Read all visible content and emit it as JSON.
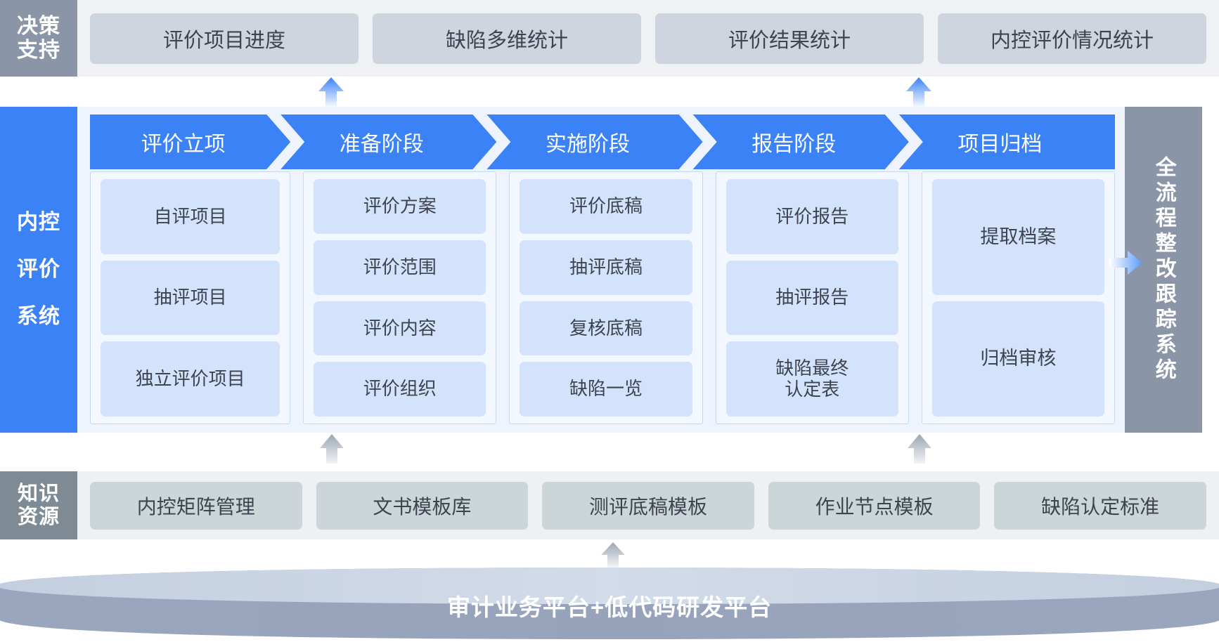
{
  "decision": {
    "label": "决策\n支持",
    "label_lines": [
      "决策",
      "支持"
    ],
    "cards": [
      "评价项目进度",
      "缺陷多维统计",
      "评价结果统计",
      "内控评价情况统计"
    ],
    "bg": "#8b95a8",
    "card_bg": "#ced5df"
  },
  "system": {
    "label_lines": [
      "内控",
      "评价",
      "系统"
    ],
    "bg": "#3b82f6",
    "stages": [
      {
        "title": "评价立项",
        "items": [
          "自评项目",
          "抽评项目",
          "独立评价项目"
        ]
      },
      {
        "title": "准备阶段",
        "items": [
          "评价方案",
          "评价范围",
          "评价内容",
          "评价组织"
        ]
      },
      {
        "title": "实施阶段",
        "items": [
          "评价底稿",
          "抽评底稿",
          "复核底稿",
          "缺陷一览"
        ]
      },
      {
        "title": "报告阶段",
        "items": [
          "评价报告",
          "抽评报告",
          "缺陷最终\n认定表"
        ]
      },
      {
        "title": "项目归档",
        "items": [
          "提取档案",
          "归档审核"
        ]
      }
    ]
  },
  "tracking": {
    "label": "全流程整改跟踪系统",
    "bg": "#8b95a8"
  },
  "knowledge": {
    "label_lines": [
      "知识",
      "资源"
    ],
    "cards": [
      "内控矩阵管理",
      "文书模板库",
      "测评底稿模板",
      "作业节点模板",
      "缺陷认定标准"
    ],
    "bg": "#7e8b94",
    "card_bg": "#ccd6d9"
  },
  "platform": {
    "label": "审计业务平台+低代码研发平台",
    "top_color": "#ccd6e6",
    "side_color": "#97a3bb"
  },
  "arrows": {
    "blue_up": "arrow-up-icon",
    "gray_up": "arrow-up-icon",
    "right": "arrow-right-icon"
  }
}
